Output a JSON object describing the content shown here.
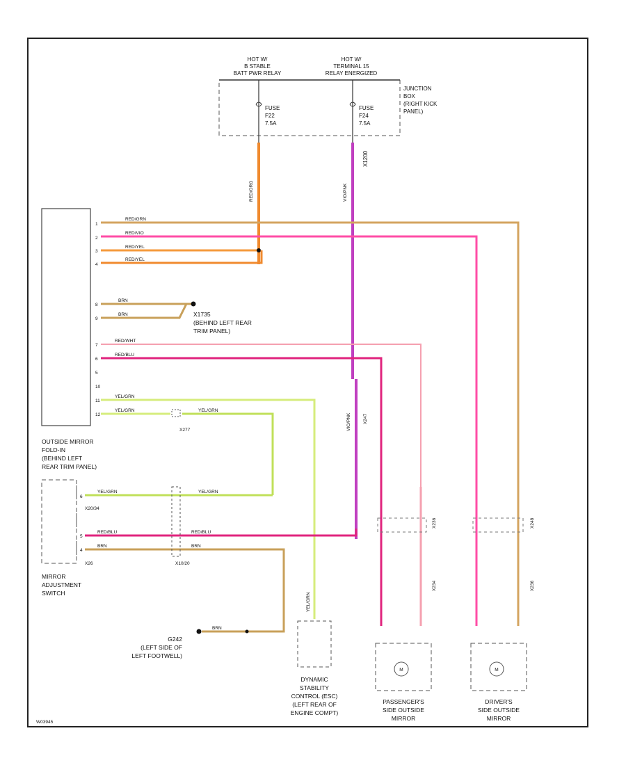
{
  "header": {
    "hot_a": [
      "HOT W/",
      "B STABLE",
      "BATT PWR RELAY"
    ],
    "hot_b": [
      "HOT W/",
      "TERMINAL 15",
      "RELAY ENERGIZED"
    ],
    "junction_box": [
      "JUNCTION",
      "BOX",
      "(RIGHT KICK",
      "PANEL)"
    ],
    "fuse_a": [
      "FUSE",
      "F22",
      "7.5A"
    ],
    "fuse_b": [
      "FUSE",
      "F24",
      "7.5A"
    ],
    "fuse_b_connector": "X1200"
  },
  "wire_colors": {
    "red_org": "#f08a2e",
    "red_yel": "#f59a3c",
    "red_vio": "#e0247e",
    "red_blu": "#e0247e",
    "red_wht": "#f5a0b0",
    "red_grn": "#d4a460",
    "brn": "#c8a05a",
    "yel_grn": "#d6ec7c",
    "yel_grn_b": "#c0e05a",
    "vio": "#c040c0",
    "pink": "#ff4da6"
  },
  "wires": {
    "fuse_a_color": "RED/ORG",
    "fuse_b_color": "VIO/PNK",
    "w1": "RED/GRN",
    "w2": "RED/VIO",
    "w3": "RED/YEL",
    "w4": "RED/YEL",
    "w8": "BRN",
    "w9": "BRN",
    "w7": "RED/WHT",
    "w6": "RED/BLU",
    "w11": "YEL/GRN",
    "w12": "YEL/GRN",
    "w12b": "YEL/GRN",
    "mir_yel": "YEL/GRN",
    "mir_red": "RED/BLU",
    "mir_red_b": "RED/BLU",
    "mir_brn": "BRN",
    "mir_brn_b": "BRN",
    "gnd_brn": "BRN",
    "esc_yel": "YEL/GRN",
    "vio_vert": "VIO/PNK"
  },
  "connectors": {
    "x1": "X277",
    "x2": "X277",
    "x3": "X277",
    "mir_a": "X20/34",
    "mir_b": "X26",
    "mir_c": "X10/20",
    "x4": "X236",
    "x5": "X234",
    "x6": "X236",
    "x7": "X247",
    "x8": "X248"
  },
  "pins": {
    "switch": [
      "1",
      "2",
      "3",
      "4",
      "8",
      "9",
      "7",
      "6",
      "5",
      "10",
      "11",
      "12"
    ],
    "mirror": [
      "6",
      "5",
      "4"
    ]
  },
  "components": {
    "fold_switch": [
      "OUTSIDE MIRROR",
      "FOLD-IN",
      "(BEHIND LEFT",
      "REAR TRIM PANEL)"
    ],
    "adj_switch": [
      "MIRROR",
      "ADJUSTMENT",
      "SWITCH"
    ],
    "splice": [
      "X1735",
      "(BEHIND LEFT REAR",
      "TRIM PANEL)"
    ],
    "ground": [
      "G242",
      "(LEFT SIDE OF",
      "LEFT FOOTWELL)"
    ],
    "esc": [
      "DYNAMIC",
      "STABILITY",
      "CONTROL (ESC)",
      "(LEFT REAR OF",
      "ENGINE COMPT)"
    ],
    "pass_mirror": [
      "PASSENGER'S",
      "SIDE OUTSIDE",
      "MIRROR"
    ],
    "drv_mirror": [
      "DRIVER'S",
      "SIDE OUTSIDE",
      "MIRROR"
    ],
    "motor": "M"
  },
  "footer": {
    "code": "W03945"
  }
}
